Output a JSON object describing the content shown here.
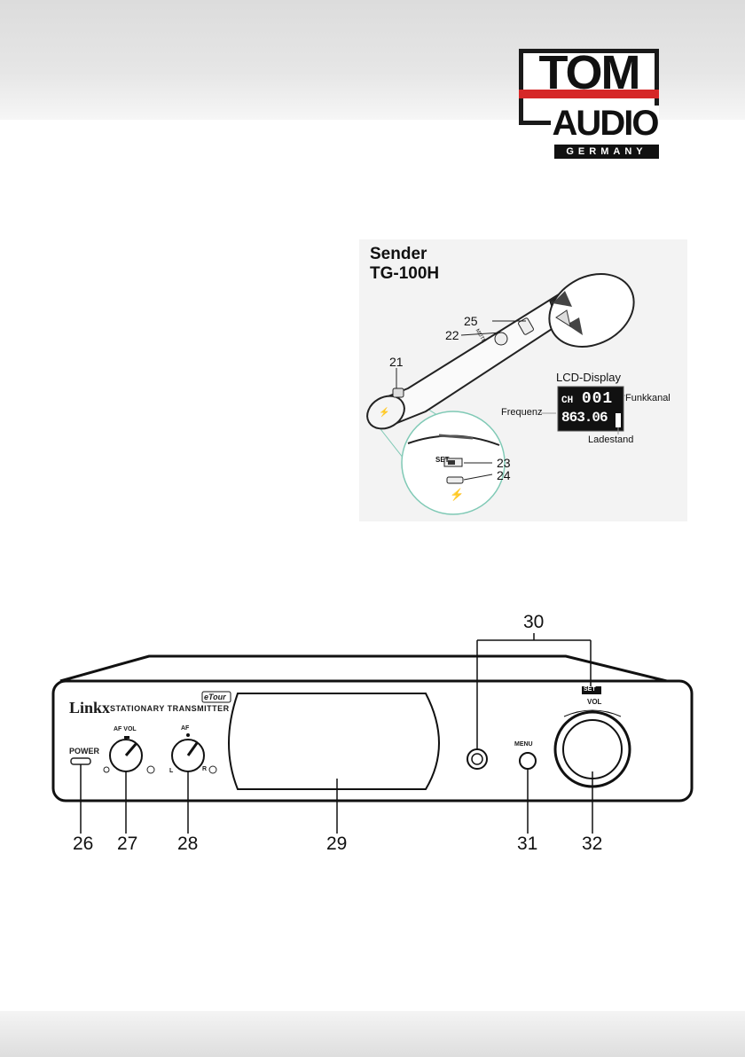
{
  "logo": {
    "top": "TOM",
    "middle": "AUDIO",
    "bottom": "GERMANY"
  },
  "transmitter": {
    "title_line1": "Sender",
    "title_line2": "TG-100H",
    "callouts": [
      "21",
      "22",
      "23",
      "24",
      "25"
    ],
    "lcd_display_label": "LCD-Display",
    "funkkanal_label": "Funkkanal",
    "frequenz_label": "Frequenz",
    "ladestand_label": "Ladestand",
    "lcd_line1_prefix": "CH",
    "lcd_line1_value": "001",
    "lcd_line2_value": "863.06",
    "mute_label": "MUTE",
    "set_label": "SET"
  },
  "receiver": {
    "brand": "Linkx",
    "model": "STATIONARY TRANSMITTER",
    "badge": "eTour",
    "power_label": "POWER",
    "af_vol_label": "AF VOL",
    "af_label": "AF",
    "l_label": "L",
    "r_label": "R",
    "menu_label": "MENU",
    "set_label": "SET",
    "vol_label": "VOL",
    "callouts": [
      "26",
      "27",
      "28",
      "29",
      "30",
      "31",
      "32"
    ]
  },
  "colors": {
    "accent_red": "#d62828",
    "panel_bg": "#f3f3f3",
    "lcd_bg": "#111111"
  }
}
